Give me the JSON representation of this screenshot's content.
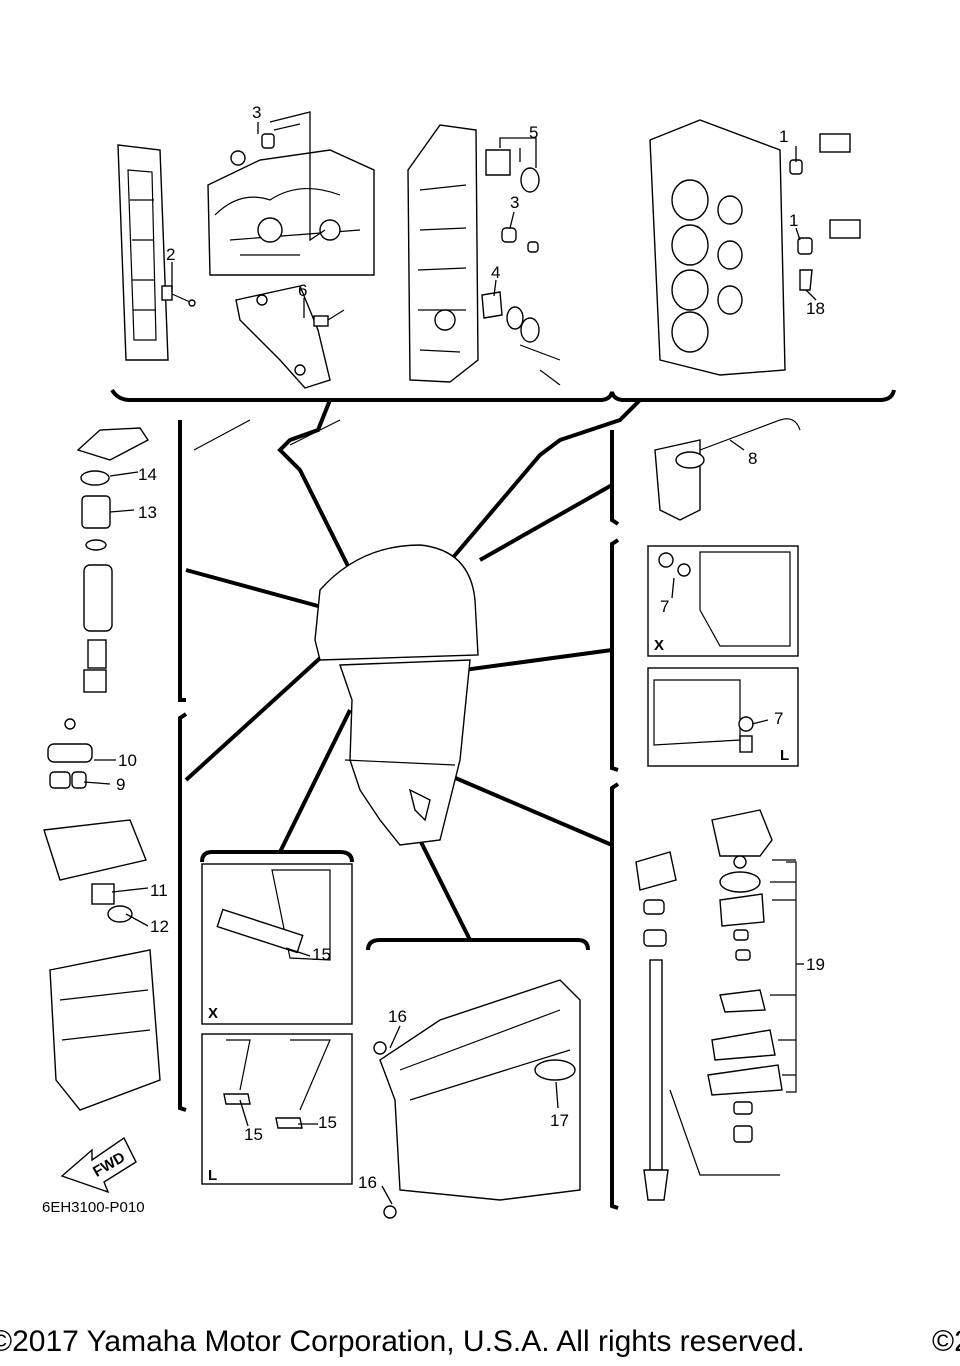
{
  "diagram": {
    "callouts": {
      "c1a": "1",
      "c1b": "1",
      "c2": "2",
      "c3a": "3",
      "c3b": "3",
      "c4": "4",
      "c5": "5",
      "c6": "6",
      "c7a": "7",
      "c7b": "7",
      "c8": "8",
      "c9": "9",
      "c10": "10",
      "c11": "11",
      "c12": "12",
      "c13": "13",
      "c14": "14",
      "c15a": "15",
      "c15b": "15",
      "c15c": "15",
      "c16a": "16",
      "c16b": "16",
      "c17": "17",
      "c18": "18",
      "c19": "19"
    },
    "inset_tags": {
      "x1": "X",
      "l1": "L",
      "x2": "X",
      "l2": "L"
    },
    "forward_arrow": "FWD",
    "diagram_code": "6EH3100-P010",
    "icons": [
      "engine-block",
      "cylinder-head",
      "exhaust-cover",
      "thermostat",
      "oil-filter",
      "fuel-filter",
      "vapor-separator",
      "lower-unit",
      "water-pump",
      "outboard-motor"
    ]
  },
  "footer": {
    "copyright": "©2017 Yamaha Motor Corporation, U.S.A. All rights reserved.",
    "copyright_right": "©2"
  }
}
